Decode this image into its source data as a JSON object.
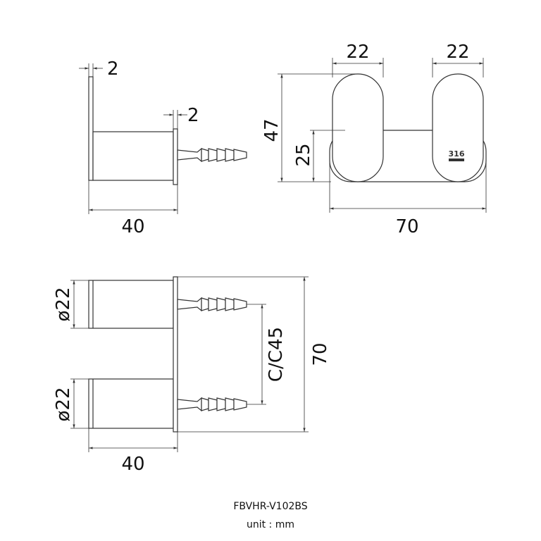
{
  "side_view": {
    "plate_thickness": "2",
    "flange_thickness": "2",
    "depth": "40"
  },
  "front_view": {
    "hook_width_left": "22",
    "hook_width_right": "22",
    "height": "47",
    "plate_height": "25",
    "width": "70",
    "material_mark": "316"
  },
  "top_view": {
    "diameter_top": "ø22",
    "diameter_bottom": "ø22",
    "center_distance": "C/C45",
    "height": "70",
    "depth": "40"
  },
  "caption": {
    "model": "FBVHR-V102BS",
    "unit": "unit : mm"
  }
}
